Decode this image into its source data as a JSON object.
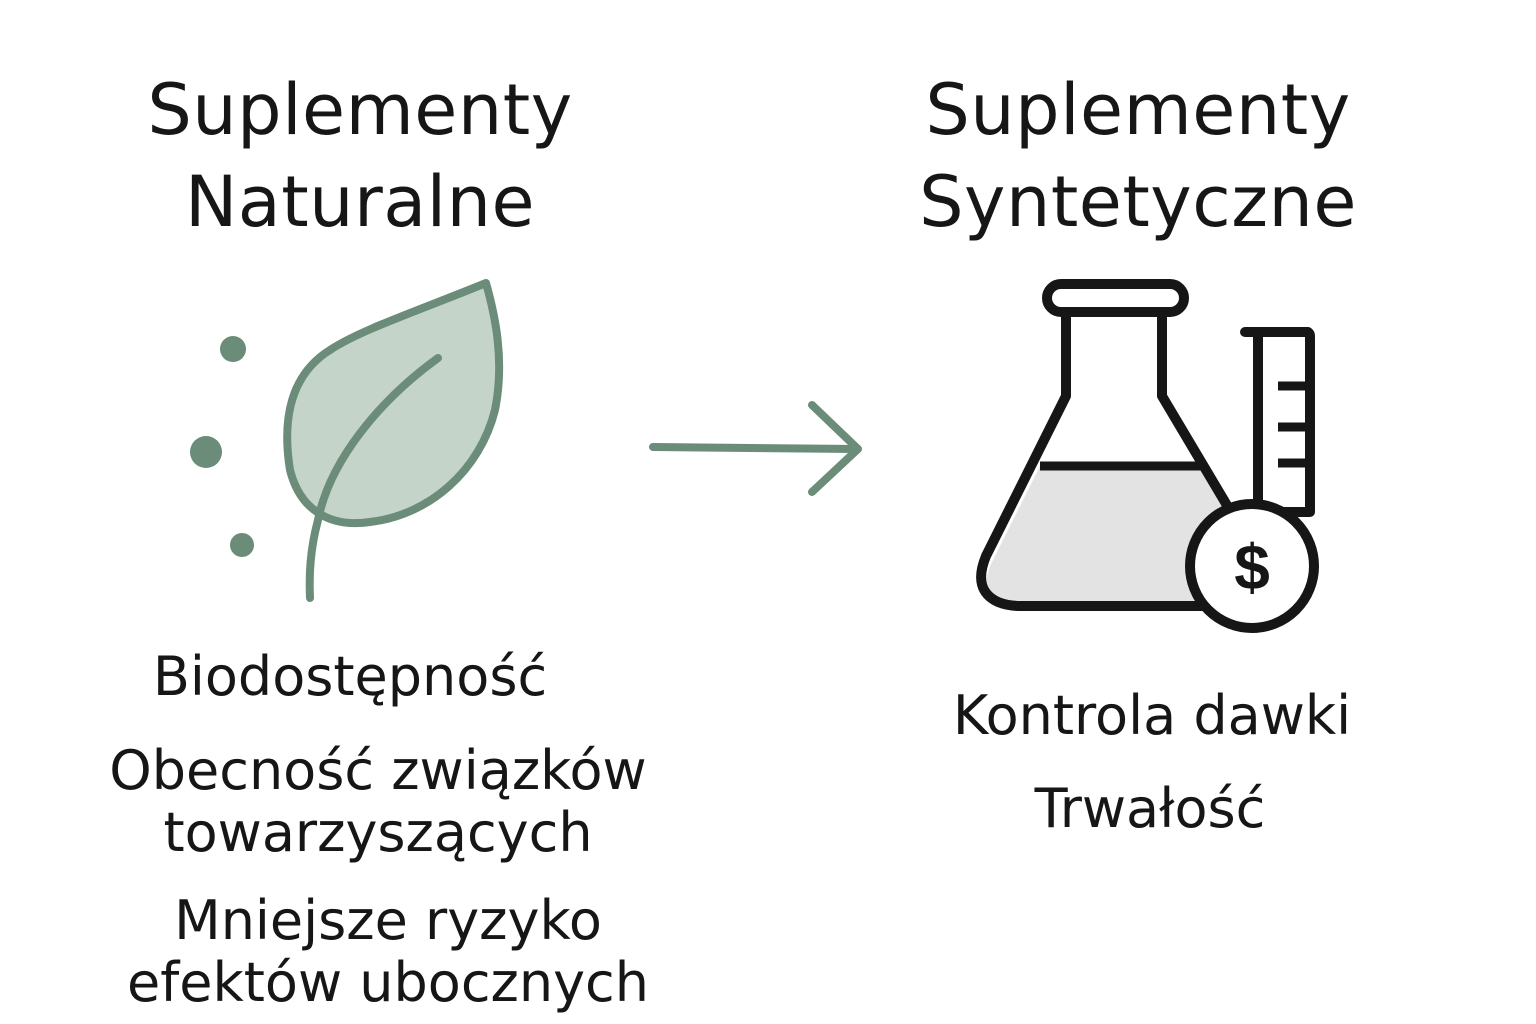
{
  "left": {
    "title_line1": "Suplementy",
    "title_line2": "Naturalne",
    "icon": "leaf-icon",
    "features": [
      [
        "Biodostępność"
      ],
      [
        "Obecność związków",
        "towarzyszących"
      ],
      [
        "Mniejsze ryzyko",
        "efektów ubocznych"
      ]
    ]
  },
  "right": {
    "title_line1": "Suplementy",
    "title_line2": "Syntetyczne",
    "icon": "flask-with-dollar-icon",
    "dollar_symbol": "$",
    "features": [
      [
        "Kontrola dawki"
      ],
      [
        "Trwałość"
      ]
    ]
  },
  "connector": "arrow-right-icon",
  "colors": {
    "green": "#6b8c78",
    "leaf_fill": "#c4d4c9",
    "dark": "#161616",
    "flask_liquid": "#e2e3e2"
  }
}
